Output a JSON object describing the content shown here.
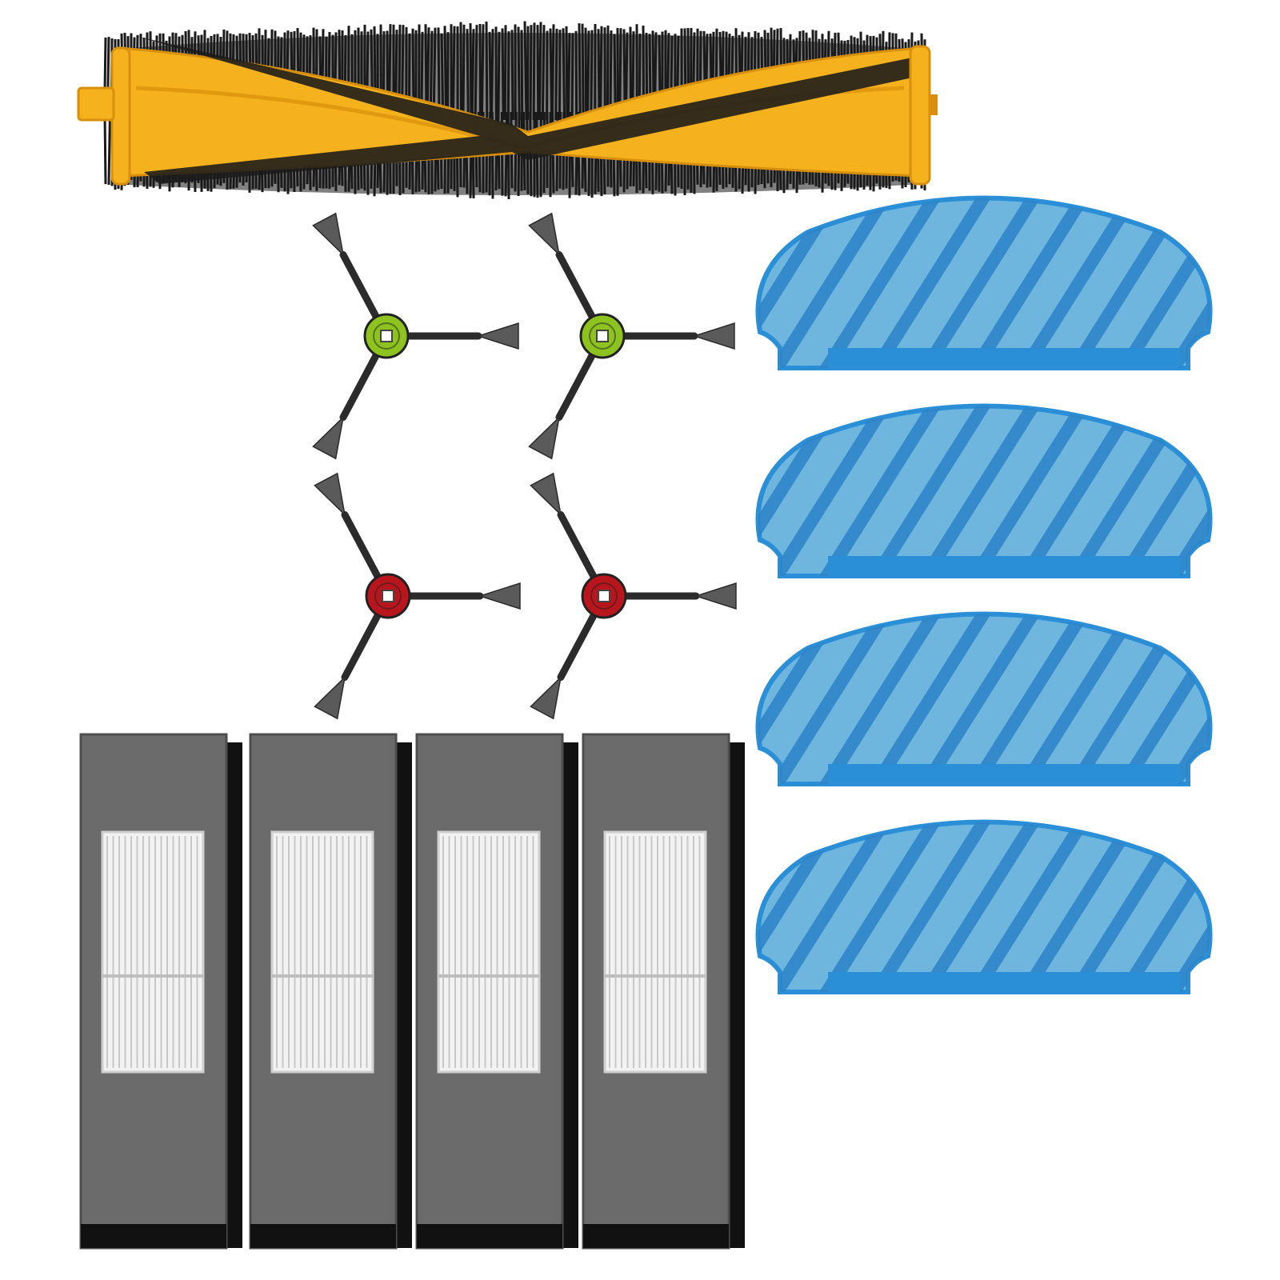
{
  "colors": {
    "background": "#ffffff",
    "roller_frame": "#f6b21c",
    "roller_frame_dark": "#d8900c",
    "bristle": "#1a1a1a",
    "bristle_light": "#3a3a3a",
    "side_brush_arm": "#2b2b2b",
    "side_brush_bristle": "#5a5a5a",
    "hub_green": "#8dc21f",
    "hub_red": "#b8161c",
    "mop_light": "#6fb6df",
    "mop_stripe": "#2f86c9",
    "mop_edge": "#2a8fd6",
    "filter_frame": "#6b6b6b",
    "filter_frame_dark": "#4d4d4d",
    "filter_foam": "#111111",
    "filter_media": "#f2f2f2"
  },
  "items": {
    "roller_brush": {
      "count": 1,
      "icon": "roller-brush-icon"
    },
    "side_brushes": {
      "count": 4,
      "hubs": [
        "green",
        "green",
        "red",
        "red"
      ],
      "icon": "side-brush-icon"
    },
    "mop_pads": {
      "count": 4,
      "icon": "mop-pad-icon"
    },
    "hepa_filters": {
      "count": 4,
      "icon": "hepa-filter-icon"
    }
  }
}
